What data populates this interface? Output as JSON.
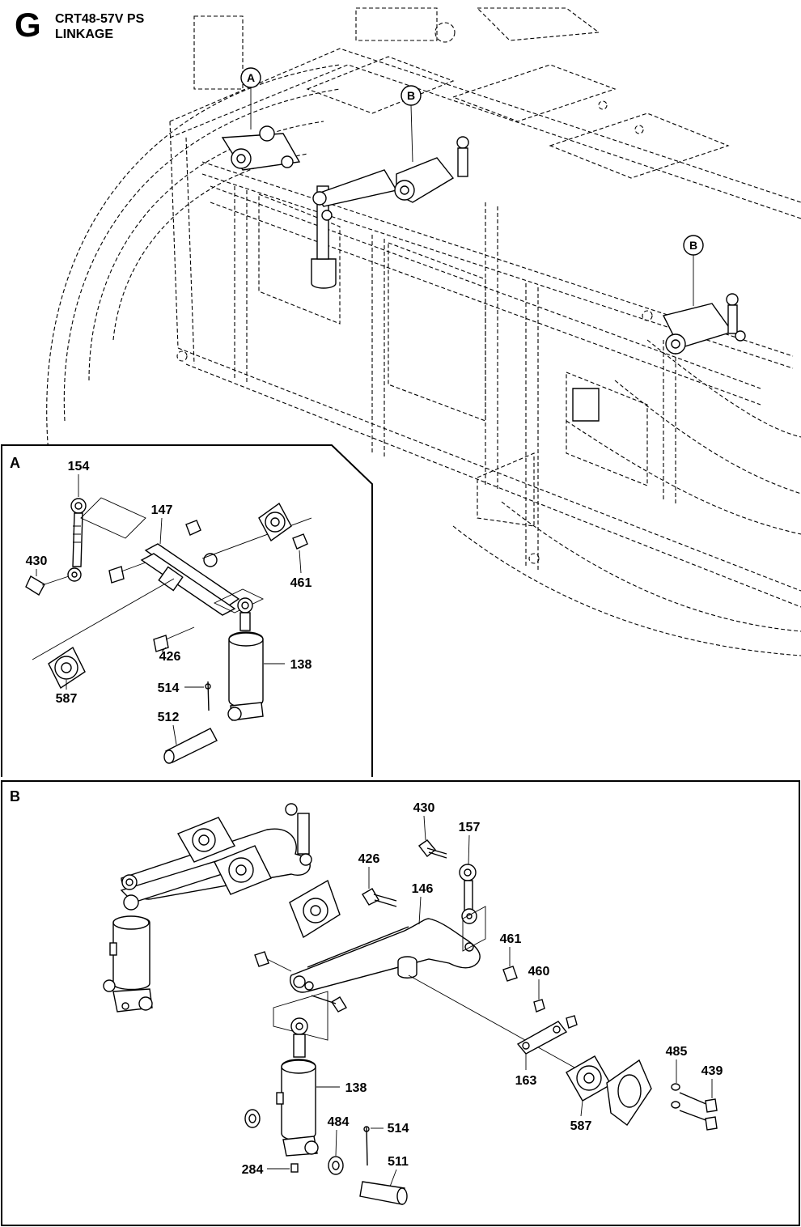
{
  "header": {
    "section_letter": "G",
    "model": "CRT48-57V PS",
    "title": "LINKAGE"
  },
  "overview": {
    "callouts": [
      "A",
      "B",
      "B"
    ]
  },
  "detail_a": {
    "label": "A",
    "parts": [
      "154",
      "147",
      "430",
      "461",
      "426",
      "138",
      "514",
      "587",
      "512"
    ]
  },
  "detail_b": {
    "label": "B",
    "parts": [
      "430",
      "157",
      "426",
      "146",
      "461",
      "460",
      "163",
      "485",
      "439",
      "587",
      "138",
      "484",
      "514",
      "284",
      "511"
    ]
  }
}
